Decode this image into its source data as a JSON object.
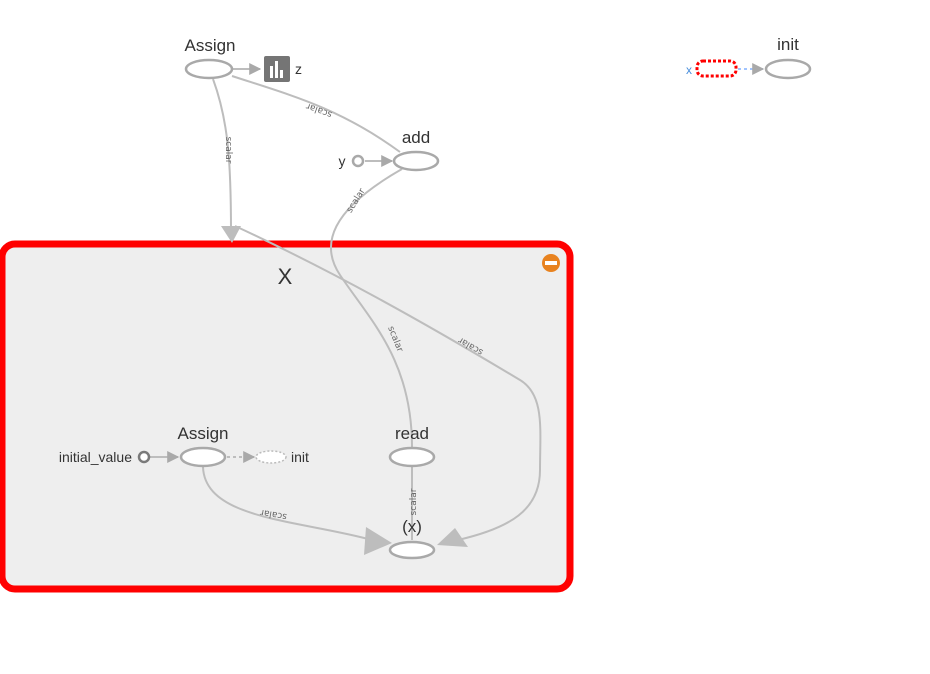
{
  "graph": {
    "group": {
      "title": "X"
    },
    "nodes": {
      "assign_top": "Assign",
      "z": "z",
      "add": "add",
      "y": "y",
      "init_right": "init",
      "x_small": "x",
      "assign_inner": "Assign",
      "initial_value": "initial_value",
      "init_inner": "init",
      "read": "read",
      "x_var": "(x)"
    },
    "edge_label": "scalar"
  },
  "colors": {
    "group_border": "#ff0000",
    "group_fill": "#eeeeee",
    "edge": "#bdbdbd",
    "node_stroke": "#a9a9a9",
    "collapse_button": "#e8821f"
  },
  "icons": [
    "summary-chart-icon",
    "collapse-group-icon"
  ]
}
